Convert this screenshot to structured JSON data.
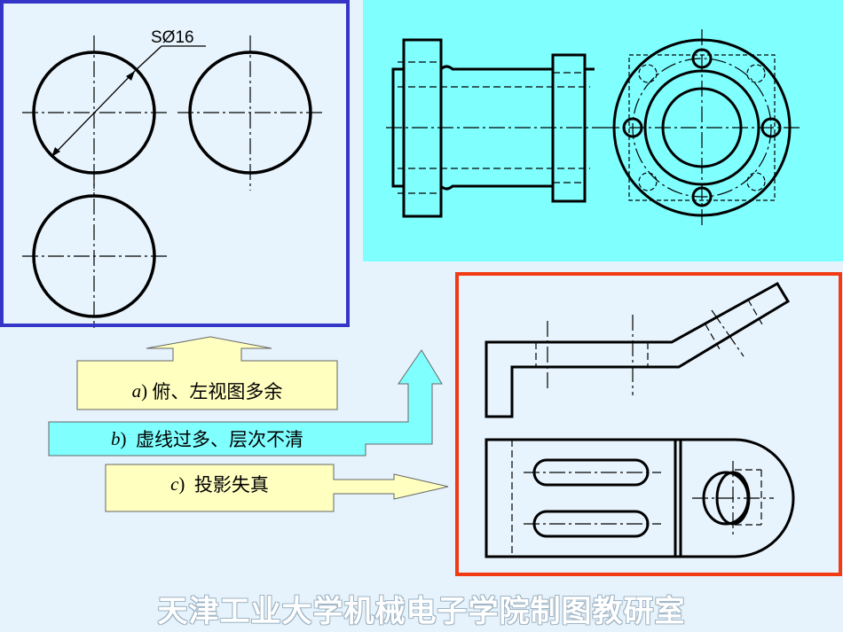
{
  "figure_a": {
    "dimension_label": "SØ16"
  },
  "captions": {
    "a": {
      "letter": "a",
      "text": "俯、左视图多余"
    },
    "b": {
      "letter": "b",
      "text": "虚线过多、层次不清"
    },
    "c": {
      "letter": "c",
      "text": "投影失真"
    }
  },
  "footer": {
    "text": "天津工业大学机械电子学院制图教研室"
  },
  "colors": {
    "panel_a_border": "#3535c8",
    "panel_b_fill": "#80ffff",
    "panel_c_border": "#f23a14",
    "caption_a_fill": "#ffffc0",
    "caption_b_fill": "#80ffff",
    "caption_c_fill": "#ffffc0"
  }
}
